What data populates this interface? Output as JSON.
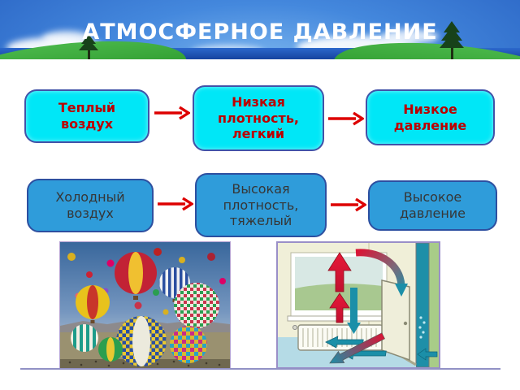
{
  "header": {
    "title": "АТМОСФЕРНОЕ ДАВЛЕНИЕ"
  },
  "flow": {
    "rows": [
      {
        "id": "warm-air",
        "boxes": [
          {
            "label": "Теплый воздух"
          },
          {
            "label": "Низкая плотность, легкий"
          },
          {
            "label": "Низкое давление"
          }
        ]
      },
      {
        "id": "cold-air",
        "boxes": [
          {
            "label": "Холодный воздух"
          },
          {
            "label": "Высокая плотность, тяжелый"
          },
          {
            "label": "Высокое давление"
          }
        ]
      }
    ]
  },
  "images": {
    "balloons": "hot-air-balloon-festival-photo",
    "room": "room-air-circulation-diagram"
  },
  "colors": {
    "warm_box_fill": "#00e7f7",
    "warm_box_text": "#bb0000",
    "cold_box_fill": "#2f9cda",
    "cold_box_text": "#363636",
    "box_border": "#4152a8",
    "arrow_red": "#dd0000",
    "header_sky": "#4488dd",
    "header_band": "#16439f",
    "hill_green": "#2ea02e",
    "footer_line": "#9191c5",
    "picture_border": "#9a8fc8"
  }
}
